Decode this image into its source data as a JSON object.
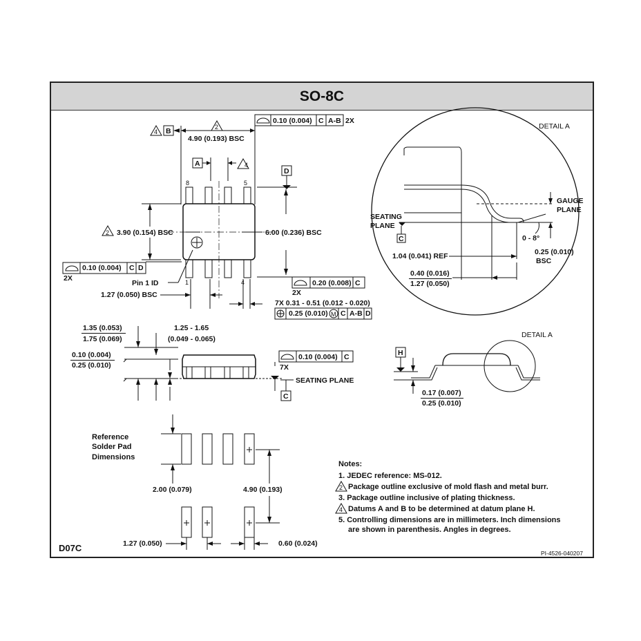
{
  "title": "SO-8C",
  "top_view": {
    "tol_profile": "0.10 (0.004)",
    "tol_c": "C",
    "tol_ab": "A-B",
    "tol_2x": "2X",
    "datum_b": "B",
    "note4": "4",
    "note2": "2",
    "dim_length": "4.90 (0.193) BSC",
    "datum_a": "A",
    "datum_d": "D",
    "pin8": "8",
    "pin5": "5",
    "pin1": "1",
    "pin4": "4",
    "dim_width": "3.90 (0.154) BSC",
    "dim_overall": "6.00 (0.236) BSC",
    "tol_left": "0.10 (0.004)",
    "tol_left_c": "C",
    "tol_left_d": "D",
    "tol_left_2x": "2X",
    "pin1_id": "Pin 1 ID",
    "tol_right": "0.20 (0.008)",
    "tol_right_c": "C",
    "tol_right_2x": "2X",
    "pitch": "1.27 (0.050) BSC",
    "lead_width": "7X 0.31 - 0.51 (0.012 - 0.020)",
    "pos_tol": "0.25 (0.010)",
    "pos_m": "M",
    "pos_c": "C",
    "pos_ab": "A-B",
    "pos_d": "D"
  },
  "side_view": {
    "dim1_top": "1.35 (0.053)",
    "dim1_bottom": "1.75 (0.069)",
    "dim2_top": "1.25 - 1.65",
    "dim2_bottom": "(0.049 - 0.065)",
    "dim3_top": "0.10 (0.004)",
    "dim3_bottom": "0.25 (0.010)",
    "tol": "0.10 (0.004)",
    "tol_c": "C",
    "tol_7x": "7X",
    "seating": "SEATING PLANE",
    "datum_c": "C"
  },
  "end_view": {
    "detail": "DETAIL A",
    "datum_h": "H",
    "dim_top": "0.17 (0.007)",
    "dim_bottom": "0.25 (0.010)"
  },
  "detail_a": {
    "label": "DETAIL A",
    "gauge": "GAUGE",
    "plane": "PLANE",
    "seating": "SEATING",
    "seating_plane": "PLANE",
    "datum_c": "C",
    "ref": "1.04 (0.041) REF",
    "angle": "0 - 8°",
    "gauge_dim": "0.25 (0.010)",
    "gauge_bsc": "BSC",
    "foot_top": "0.40 (0.016)",
    "foot_bottom": "1.27 (0.050)"
  },
  "pads": {
    "label1": "Reference",
    "label2": "Solder Pad",
    "label3": "Dimensions",
    "dim_pad_len": "2.00 (0.079)",
    "dim_span": "4.90 (0.193)",
    "dim_pitch": "1.27 (0.050)",
    "dim_pad_w": "0.60 (0.024)"
  },
  "notes": {
    "heading": "Notes:",
    "n1": "1. JEDEC reference: MS-012.",
    "n2_num": "2",
    "n2": "Package outline exclusive of mold flash and metal burr.",
    "n3": "3. Package outline inclusive of plating thickness.",
    "n4_num": "4",
    "n4": "Datums A and B to be determined at datum plane H.",
    "n5a": "5. Controlling dimensions are in millimeters. Inch dimensions",
    "n5b": "are shown in parenthesis. Angles in degrees."
  },
  "footer": {
    "code": "D07C",
    "part": "PI-4526-040207"
  }
}
